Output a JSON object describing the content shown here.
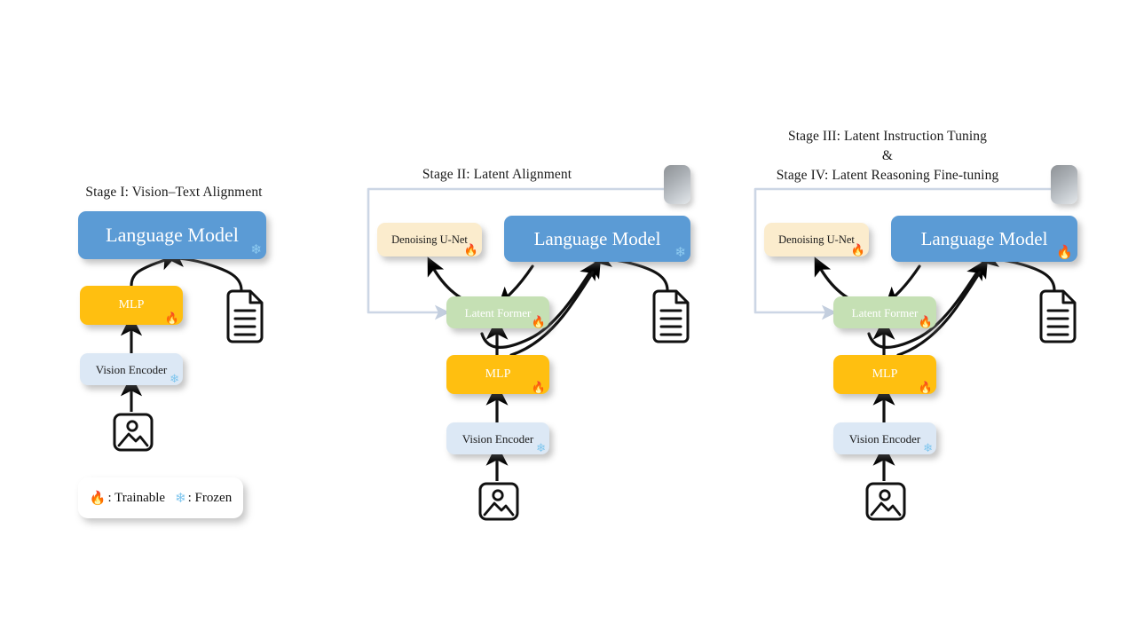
{
  "figure": {
    "type": "diagram",
    "background": "#ffffff",
    "palette": {
      "language_model": "#5b9bd5",
      "mlp": "#ffbf10",
      "vision_encoder": "#dce8f5",
      "latent_former": "#c5e0b4",
      "denoising_unet": "#fbeccd",
      "noise_block": "#a9aeb3",
      "loop_arrow": "#ccd6e5",
      "arrow": "#000000"
    }
  },
  "legend": {
    "trainable_glyph": "🔥",
    "trainable_text": ": Trainable",
    "frozen_glyph": "❄",
    "frozen_text": ": Frozen"
  },
  "stages": [
    {
      "id": "stage-1",
      "title_lines": [
        "Stage I:  Vision–Text Alignment"
      ],
      "nodes": {
        "language_model": {
          "label": "Language Model",
          "state": "frozen",
          "state_glyph": "❄"
        },
        "mlp": {
          "label": "MLP",
          "state": "trainable",
          "state_glyph": "🔥"
        },
        "vision_encoder": {
          "label": "Vision Encoder",
          "state": "frozen",
          "state_glyph": "❄"
        }
      },
      "icons": {
        "document": "document-icon",
        "image": "image-icon"
      }
    },
    {
      "id": "stage-2",
      "title_lines": [
        "Stage II: Latent Alignment"
      ],
      "nodes": {
        "denoising_unet": {
          "label": "Denoising U-Net",
          "state": "trainable",
          "state_glyph": "🔥"
        },
        "language_model": {
          "label": "Language Model",
          "state": "frozen",
          "state_glyph": "❄"
        },
        "latent_former": {
          "label": "Latent Former",
          "state": "trainable",
          "state_glyph": "🔥"
        },
        "mlp": {
          "label": "MLP",
          "state": "trainable",
          "state_glyph": "🔥"
        },
        "vision_encoder": {
          "label": "Vision Encoder",
          "state": "frozen",
          "state_glyph": "❄"
        }
      },
      "icons": {
        "document": "document-icon",
        "image": "image-icon",
        "noise": "noise-block"
      }
    },
    {
      "id": "stage-3-4",
      "title_lines": [
        "Stage III: Latent Instruction Tuning",
        "&",
        "Stage IV: Latent Reasoning Fine-tuning"
      ],
      "nodes": {
        "denoising_unet": {
          "label": "Denoising U-Net",
          "state": "trainable",
          "state_glyph": "🔥"
        },
        "language_model": {
          "label": "Language Model",
          "state": "trainable",
          "state_glyph": "🔥"
        },
        "latent_former": {
          "label": "Latent Former",
          "state": "trainable",
          "state_glyph": "🔥"
        },
        "mlp": {
          "label": "MLP",
          "state": "trainable",
          "state_glyph": "🔥"
        },
        "vision_encoder": {
          "label": "Vision Encoder",
          "state": "frozen",
          "state_glyph": "❄"
        }
      },
      "icons": {
        "document": "document-icon",
        "image": "image-icon",
        "noise": "noise-block"
      }
    }
  ]
}
